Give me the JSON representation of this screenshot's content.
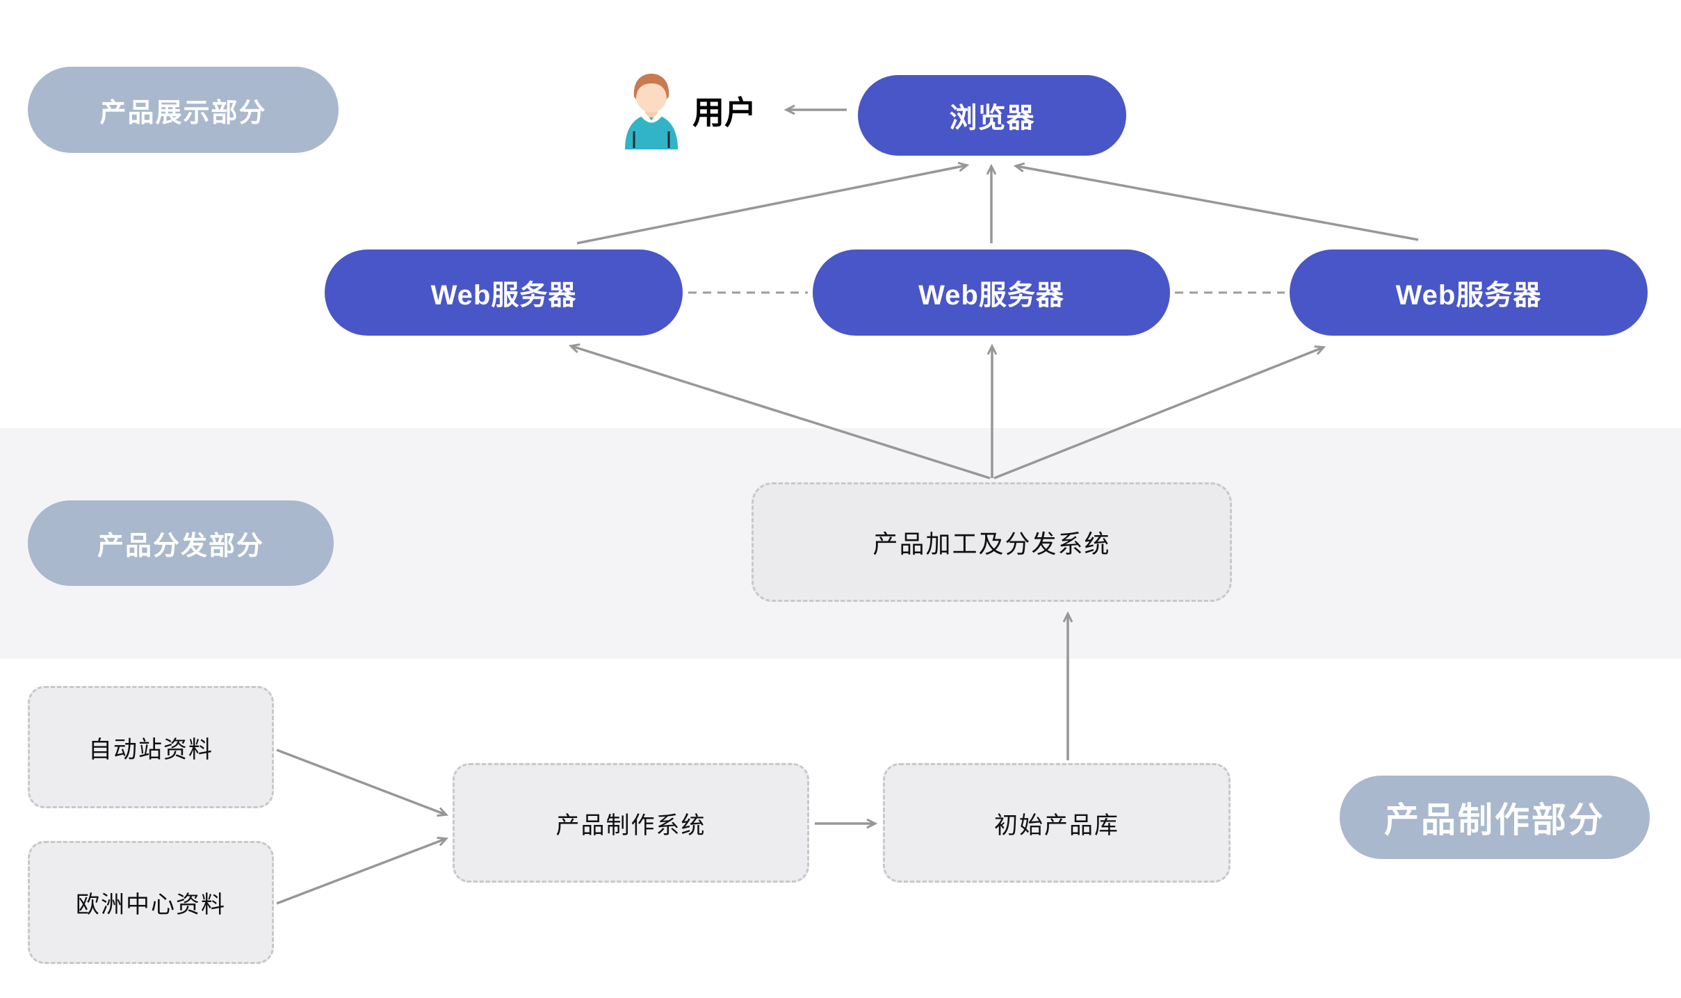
{
  "sections": {
    "display_label": "产品展示部分",
    "distribution_label": "产品分发部分",
    "production_label": "产品制作部分"
  },
  "nodes": {
    "user_label": "用户",
    "browser_label": "浏览器",
    "web_servers": [
      "Web服务器",
      "Web服务器",
      "Web服务器"
    ],
    "processing_distribution_system_label": "产品加工及分发系统",
    "auto_station_data_label": "自动站资料",
    "europe_center_data_label": "欧洲中心资料",
    "production_system_label": "产品制作系统",
    "initial_product_db_label": "初始产品库"
  },
  "icons": {
    "user_avatar": "user-avatar-icon"
  },
  "colors": {
    "blue": "#4956c8",
    "slate": "#a9b8cc",
    "band": "#f4f4f7",
    "boxfill": "#ededf0",
    "boxborder": "#c8c8cb",
    "arrow": "#979797",
    "avatar_hair": "#c97a50",
    "avatar_skin": "#fbdcc2",
    "avatar_shirt": "#30b4c6"
  }
}
